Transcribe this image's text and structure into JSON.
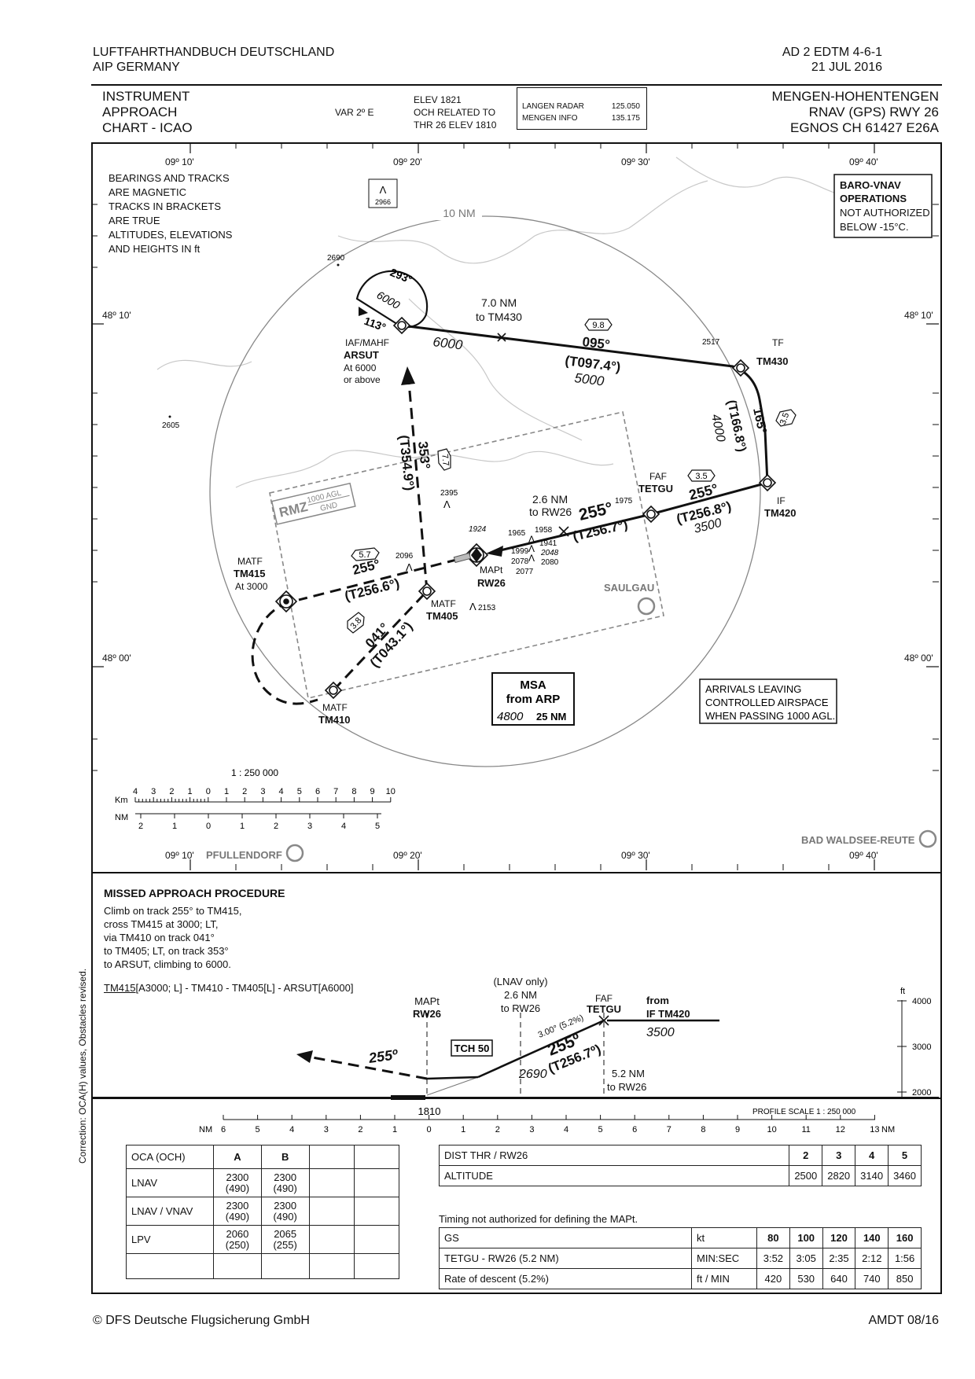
{
  "header": {
    "left_line1": "LUFTFAHRTHANDBUCH DEUTSCHLAND",
    "left_line2": "AIP GERMANY",
    "right_line1": "AD 2 EDTM 4-6-1",
    "right_line2": "21 JUL 2016"
  },
  "titlebox": {
    "chart_type": [
      "INSTRUMENT",
      "APPROACH",
      "CHART - ICAO"
    ],
    "var": "VAR 2º E",
    "elev": [
      "ELEV 1821",
      "OCH RELATED TO",
      "THR 26 ELEV 1810"
    ],
    "comms": [
      {
        "name": "LANGEN RADAR",
        "freq": "125.050"
      },
      {
        "name": "MENGEN INFO",
        "freq": "135.175"
      }
    ],
    "airport": [
      "MENGEN-HOHENTENGEN",
      "RNAV (GPS) RWY 26",
      "EGNOS CH 61427 E26A"
    ]
  },
  "plan": {
    "lon_labels": [
      "09º 10'",
      "09º 20'",
      "09º 30'",
      "09º 40'"
    ],
    "lat_labels": [
      "48º 10'",
      "48º 00'"
    ],
    "notes": [
      "BEARINGS AND TRACKS",
      "ARE MAGNETIC",
      "TRACKS IN BRACKETS",
      "ARE TRUE",
      "ALTITUDES, ELEVATIONS",
      "AND HEIGHTS IN ft"
    ],
    "baro": [
      "BARO-VNAV",
      "OPERATIONS",
      "NOT AUTHORIZED",
      "BELOW -15°C."
    ],
    "ring_label": "10 NM",
    "obstacles": [
      "2966",
      "2690",
      "2517",
      "2605",
      "2395",
      "2096",
      "2153",
      "1924",
      "1975",
      "1965",
      "1958",
      "1941",
      "1999",
      "2048",
      "2078",
      "2080",
      "2077"
    ],
    "hold": {
      "out": "293°",
      "in": "113°",
      "alt": "6000"
    },
    "arsut": [
      "IAF/MAHF",
      "ARSUT",
      "At 6000",
      "or above"
    ],
    "leg1": {
      "dist": "7.0 NM",
      "to": "to TM430",
      "box": "9.8",
      "alt_left": "6000",
      "mag": "095°",
      "true": "(T097.4°)",
      "alt": "5000"
    },
    "tm430": [
      "TF",
      "TM430"
    ],
    "leg2": {
      "box": "3.5",
      "mag": "165°",
      "true": "(T166.8°)",
      "alt": "4000"
    },
    "tm420": [
      "IF",
      "TM420"
    ],
    "leg3": {
      "box": "3.5",
      "mag": "255°",
      "true": "(T256.8°)",
      "alt": "3500"
    },
    "tetgu": [
      "FAF",
      "TETGU"
    ],
    "final": {
      "dist": "2.6 NM",
      "to": "to RW26",
      "mag": "255°",
      "true": "(T256.7°)"
    },
    "rw26": [
      "MAPt",
      "RW26"
    ],
    "missed1": {
      "box": "5.7",
      "mag": "255°",
      "true": "(T256.6°)"
    },
    "tm415": [
      "MATF",
      "TM415",
      "At 3000"
    ],
    "missed2": {
      "box": "3.8",
      "mag": "041°",
      "true": "(T043.1°)"
    },
    "tm410": [
      "MATF",
      "TM410"
    ],
    "tm405": [
      "MATF",
      "TM405"
    ],
    "missed3": {
      "box": "7.7",
      "mag": "353°",
      "true": "(T354.9°)"
    },
    "rmz": {
      "label": "RMZ",
      "top": "1000 AGL",
      "bottom": "GND"
    },
    "saulgau": "SAULGAU",
    "pfullendorf": "PFULLENDORF",
    "bad_waldsee": "BAD WALDSEE-REUTE",
    "msa": {
      "line1": "MSA",
      "line2": "from ARP",
      "alt": "4800",
      "radius": "25 NM"
    },
    "arrivals": [
      "ARRIVALS LEAVING",
      "CONTROLLED AIRSPACE",
      "WHEN PASSING 1000 AGL."
    ],
    "scale": "1 : 250 000",
    "km_ticks": [
      "4",
      "3",
      "2",
      "1",
      "0",
      "1",
      "2",
      "3",
      "4",
      "5",
      "6",
      "7",
      "8",
      "9",
      "10"
    ],
    "nm_ticks": [
      "2",
      "1",
      "0",
      "1",
      "2",
      "3",
      "4",
      "5"
    ],
    "km_label": "Km",
    "nm_label": "NM"
  },
  "missed": {
    "title": "MISSED APPROACH PROCEDURE",
    "lines": [
      "Climb on track 255° to TM415,",
      "cross TM415 at 3000; LT,",
      "via TM410 on track 041°",
      "to TM405; LT, on track 353°",
      "to ARSUT, climbing to 6000."
    ],
    "coded_underlined": "TM415",
    "coded_rest": "[A3000; L] - TM410 - TM405[L] - ARSUT[A6000]"
  },
  "profile": {
    "mapt": [
      "MAPt",
      "RW26"
    ],
    "lnav": [
      "(LNAV only)",
      "2.6 NM",
      "to RW26"
    ],
    "faf": [
      "FAF",
      "TETGU"
    ],
    "from": [
      "from",
      "IF TM420"
    ],
    "alt_from": "3500",
    "ma_track": "255º",
    "tch": "TCH 50",
    "gp": "3.00° (5.2%)",
    "track_mag": "255º",
    "track_true": "(T256.7º)",
    "alt_2690": "2690",
    "dist_52": [
      "5.2 NM",
      "to RW26"
    ],
    "thr_elev": "1810",
    "ft_label": "ft",
    "ft_scale": [
      "4000",
      "3000",
      "2000"
    ],
    "profile_scale": "PROFILE SCALE 1 : 250 000",
    "nm_axis_label": "NM",
    "nm_axis": [
      "6",
      "5",
      "4",
      "3",
      "2",
      "1",
      "0",
      "1",
      "2",
      "3",
      "4",
      "5",
      "6",
      "7",
      "8",
      "9",
      "10",
      "11",
      "12",
      "13"
    ],
    "nm_axis_suffix": "NM"
  },
  "oca": {
    "head": [
      "OCA (OCH)",
      "A",
      "B"
    ],
    "rows": [
      {
        "label": "LNAV",
        "a": [
          "2300",
          "(490)"
        ],
        "b": [
          "2300",
          "(490)"
        ]
      },
      {
        "label": "LNAV / VNAV",
        "a": [
          "2300",
          "(490)"
        ],
        "b": [
          "2300",
          "(490)"
        ]
      },
      {
        "label": "LPV",
        "a": [
          "2060",
          "(250)"
        ],
        "b": [
          "2065",
          "(255)"
        ]
      }
    ]
  },
  "dist_table": {
    "row1_label": "DIST THR / RW26",
    "dists": [
      "2",
      "3",
      "4",
      "5"
    ],
    "row2_label": "ALTITUDE",
    "alts": [
      "2500",
      "2820",
      "3140",
      "3460"
    ]
  },
  "timing": {
    "note": "Timing not authorized for defining the MAPt.",
    "head": [
      "GS",
      "kt",
      "80",
      "100",
      "120",
      "140",
      "160"
    ],
    "rows": [
      {
        "label": "TETGU - RW26 (5.2 NM)",
        "unit": "MIN:SEC",
        "vals": [
          "3:52",
          "3:05",
          "2:35",
          "2:12",
          "1:56"
        ]
      },
      {
        "label": "Rate of descent (5.2%)",
        "unit": "ft / MIN",
        "vals": [
          "420",
          "530",
          "640",
          "740",
          "850"
        ]
      }
    ]
  },
  "side_note": "Correction: OCA(H) values, Obstacles revised.",
  "footer": {
    "left": "© DFS Deutsche Flugsicherung GmbH",
    "right": "AMDT 08/16"
  }
}
